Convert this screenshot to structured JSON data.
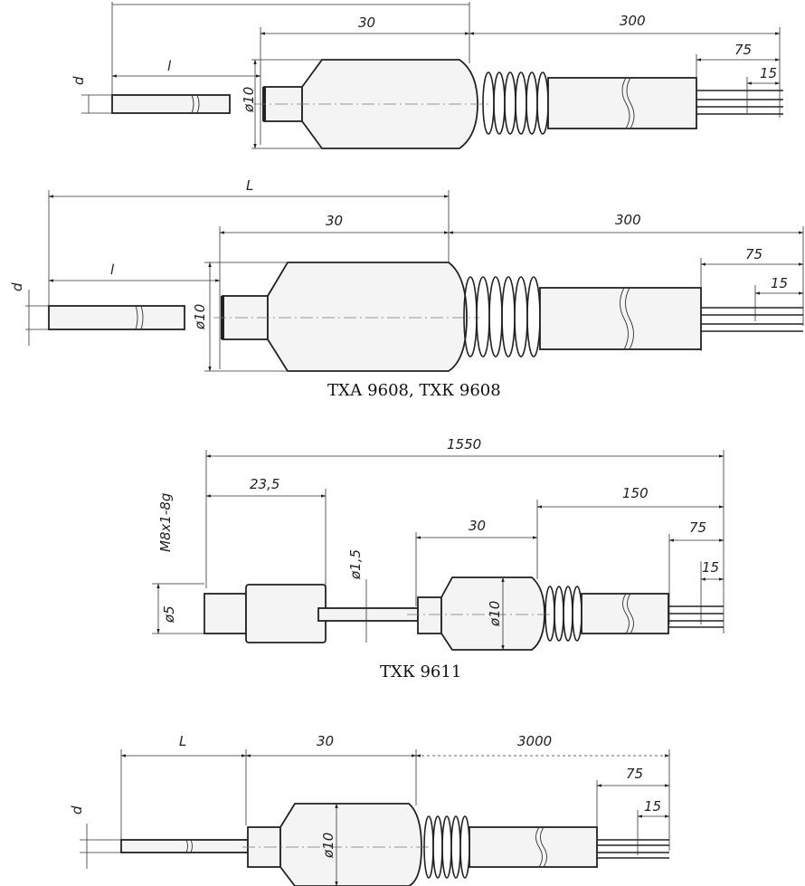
{
  "figure_1": {
    "dims": {
      "d": "d",
      "l": "l",
      "dia": "ø10",
      "body_len": "30",
      "cable_len": "300",
      "lead_len": "75",
      "strip_len": "15"
    }
  },
  "figure_2": {
    "dims": {
      "L": "L",
      "d": "d",
      "l": "l",
      "dia": "ø10",
      "body_len": "30",
      "cable_len": "300",
      "lead_len": "75",
      "strip_len": "15"
    },
    "caption": "ТХА 9608, ТХК 9608"
  },
  "figure_3": {
    "dims": {
      "total_len": "1550",
      "thread_len": "23,5",
      "thread": "М8х1-8g",
      "dia_small": "ø5",
      "dia_tube": "ø1,5",
      "body_len": "30",
      "dia": "ø10",
      "cable_len": "150",
      "lead_len": "75",
      "strip_len": "15"
    },
    "caption": "ТХК 9611"
  },
  "figure_4": {
    "dims": {
      "L": "L",
      "body_len": "30",
      "cable_len": "3000",
      "d": "d",
      "dia": "ø10",
      "lead_len": "75",
      "strip_len": "15"
    }
  }
}
